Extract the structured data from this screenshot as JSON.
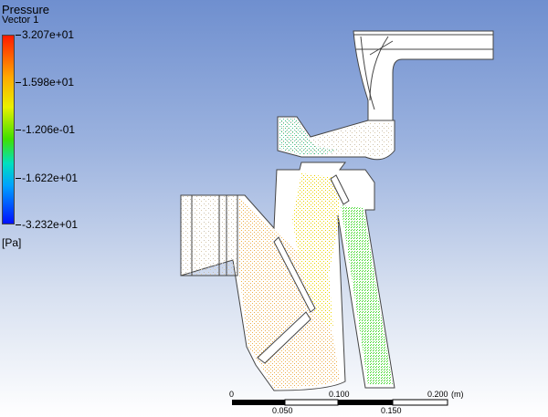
{
  "legend": {
    "title": "Pressure",
    "subtitle": "Vector 1",
    "unit": "[Pa]",
    "labels": [
      "3.207e+01",
      "1.598e+01",
      "-1.206e-01",
      "-1.622e+01",
      "-3.232e+01"
    ]
  },
  "scale": {
    "top_labels": [
      "0",
      "0.100",
      "0.200"
    ],
    "unit": "(m)",
    "bottom_labels": [
      "0.050",
      "0.150"
    ]
  },
  "colors": {
    "colormap": [
      "#0010ff",
      "#00a0ff",
      "#00e0c0",
      "#40e000",
      "#e9f000",
      "#ffa800",
      "#ff1a00"
    ],
    "outline": "#444444"
  }
}
